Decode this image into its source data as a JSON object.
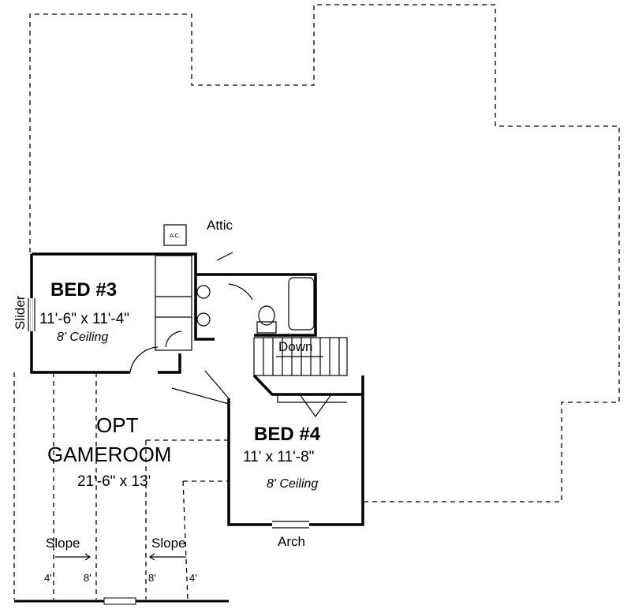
{
  "labels": {
    "attic": "Attic",
    "ac": "A.C.",
    "slider": "Slider",
    "down": "Down",
    "arch": "Arch"
  },
  "bed3": {
    "title": "BED #3",
    "dims": "11'-6\" x 11'-4\"",
    "ceiling": "8' Ceiling"
  },
  "bed4": {
    "title": "BED #4",
    "dims": "11' x 11'-8\"",
    "ceiling": "8' Ceiling"
  },
  "gameroom": {
    "line1": "OPT",
    "line2": "GAMEROOM",
    "dims": "21'-6\" x 13'"
  },
  "slopes": {
    "left": {
      "label": "Slope",
      "low": "4'",
      "high": "8'"
    },
    "right": {
      "label": "Slope",
      "high": "8'",
      "low": "4'"
    }
  }
}
